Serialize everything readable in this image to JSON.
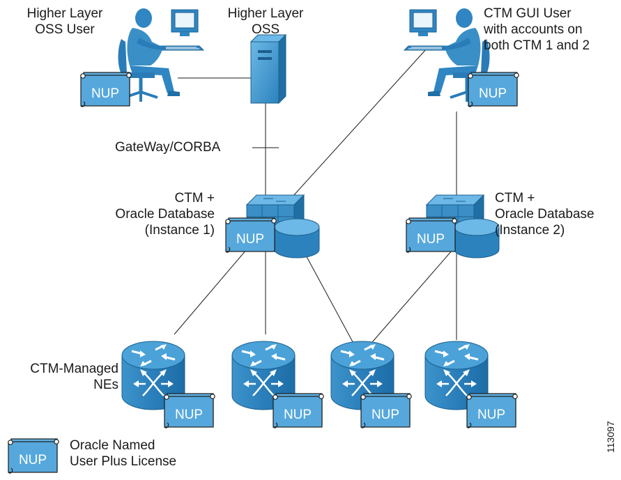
{
  "nodes": {
    "higher_layer_oss_user": {
      "lines": [
        "Higher Layer",
        "OSS User"
      ]
    },
    "higher_layer_oss": {
      "lines": [
        "Higher Layer",
        "OSS"
      ]
    },
    "ctm_gui_user": {
      "lines": [
        "CTM GUI User",
        "with accounts on",
        "both CTM 1 and 2"
      ]
    },
    "gateway_corba": {
      "label": "GateWay/CORBA"
    },
    "ctm_instance_1": {
      "lines": [
        "CTM +",
        "Oracle Database",
        "(Instance 1)"
      ]
    },
    "ctm_instance_2": {
      "lines": [
        "CTM +",
        "Oracle Database",
        "(Instance 2)"
      ]
    },
    "ctm_managed_nes": {
      "lines": [
        "CTM-Managed",
        "NEs"
      ]
    }
  },
  "nup_badge": {
    "text": "NUP"
  },
  "legend": {
    "badge_text": "NUP",
    "lines": [
      "Oracle Named",
      "User Plus License"
    ]
  },
  "figure_id": "113097",
  "colors": {
    "accent": "#3a8fc6",
    "accent_light": "#56a8dc",
    "accent_dark": "#1f6fa5",
    "line": "#1a1a1a"
  }
}
